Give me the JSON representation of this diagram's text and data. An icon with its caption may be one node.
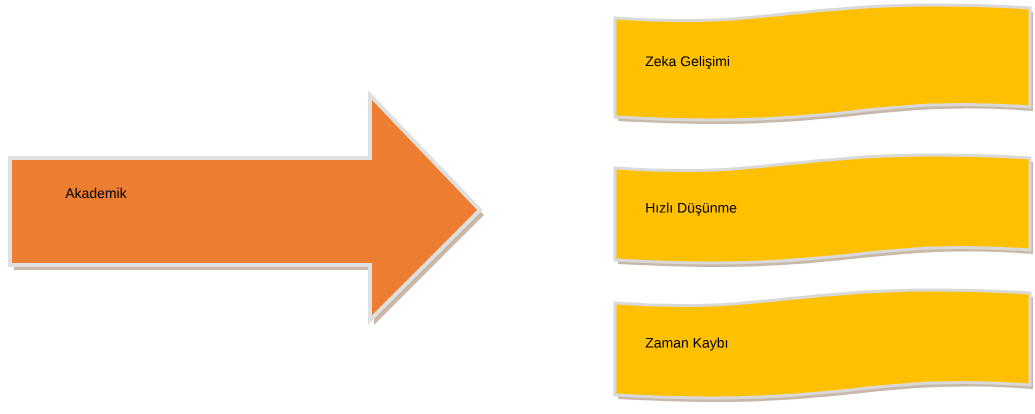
{
  "diagram": {
    "nodes": [
      {
        "text": [
          "Akademik"
        ]
      },
      {
        "text": [
          "Zeka Gelişimi"
        ]
      },
      {
        "text": [
          "Hızlı Düşünme"
        ]
      },
      {
        "text": [
          "Zaman Kaybı"
        ]
      }
    ]
  }
}
